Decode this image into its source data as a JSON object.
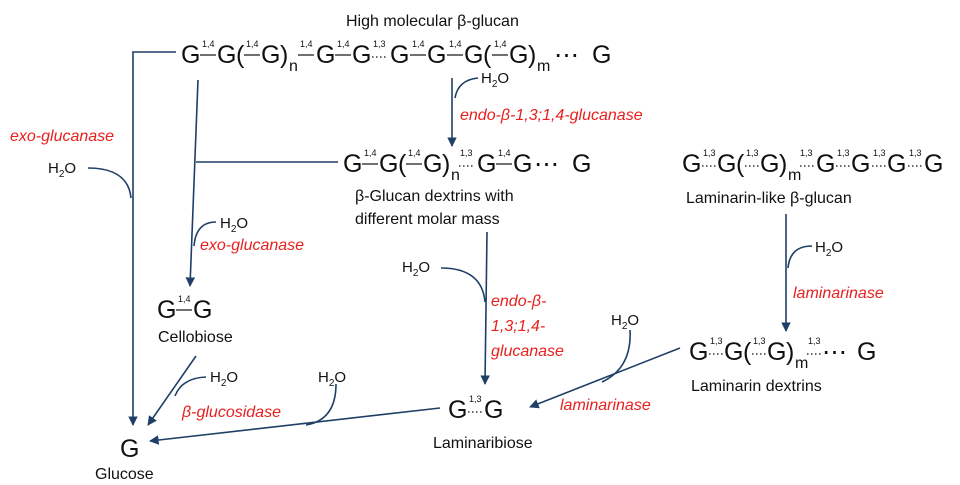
{
  "labels": {
    "high_mw": "High molecular β-glucan",
    "dextrins_1": "β-Glucan dextrins with",
    "dextrins_2": "different molar mass",
    "laminarin_like": "Laminarin-like β-glucan",
    "cellobiose": "Cellobiose",
    "laminaribiose": "Laminaribiose",
    "laminarin_dextrins": "Laminarin dextrins",
    "glucose": "Glucose"
  },
  "enzymes": {
    "exo_top": "exo-glucanase",
    "exo_mid": "exo-glucanase",
    "endo_top": "endo-β-1,3;1,4-glucanase",
    "endo_mid_1": "endo-β-",
    "endo_mid_2": "1,3;1,4-",
    "endo_mid_3": "glucanase",
    "lam_1": "laminarinase",
    "lam_2": "laminarinase",
    "glucosidase": "β-glucosidase"
  },
  "water": {
    "h": "H",
    "sub": "2",
    "o": "O"
  },
  "symbols": {
    "g": "G",
    "open": "(",
    "close": ")",
    "n": "n",
    "m": "m",
    "b14": "1,4",
    "b13": "1,3",
    "ellipsis": "⋯"
  }
}
